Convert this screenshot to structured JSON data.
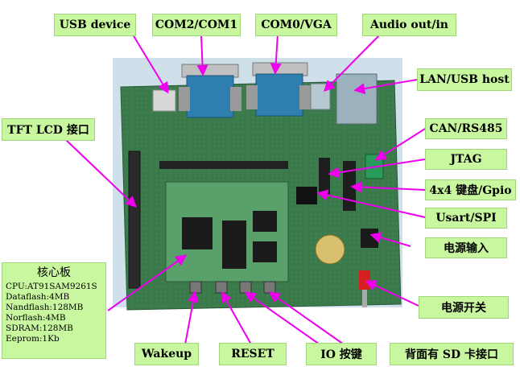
{
  "labels": {
    "usb_device": "USB device",
    "com2_com1": "COM2/COM1",
    "com0_vga": "COM0/VGA",
    "audio": "Audio out/in",
    "lan_usb_host": "LAN/USB host",
    "tft_lcd": "TFT LCD 接口",
    "can_rs485": "CAN/RS485",
    "jtag": "JTAG",
    "keypad_gpio": "4x4 键盘/Gpio",
    "usart_spi": "Usart/SPI",
    "power_input": "电源输入",
    "power_switch": "电源开关",
    "wakeup": "Wakeup",
    "reset": "RESET",
    "io_keys": "IO 按键",
    "sd_card": "背面有 SD 卡接口"
  },
  "core_board": {
    "title": "核心板",
    "specs": [
      "CPU:AT91SAM9261S",
      "Dataflash:4MB",
      "Nandflash:128MB",
      "Norflash:4MB",
      "SDRAM:128MB",
      "Eeprom:1Kb"
    ]
  },
  "colors": {
    "label_bg": "#c8f7a0",
    "arrow": "#ee00ee",
    "pcb": "#3c7a4c",
    "connector_blue": "#2e7fb0"
  }
}
